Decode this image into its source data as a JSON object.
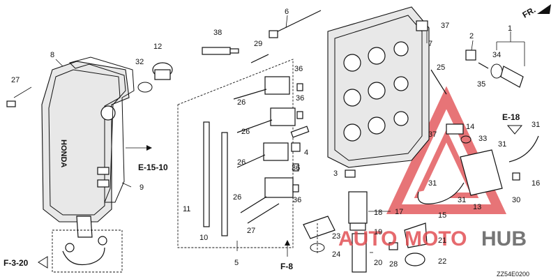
{
  "diagram": {
    "code": "ZZ54E0200",
    "direction_label": "FR.",
    "watermark": {
      "text_part1": "AUTO",
      "text_part2": "MOTO",
      "text_part3": "HUB",
      "accent_color": "#e0464a",
      "dark_color": "#555555"
    },
    "references": [
      {
        "id": "e15",
        "text": "E-15-10"
      },
      {
        "id": "e18",
        "text": "E-18"
      },
      {
        "id": "f320",
        "text": "F-3-20"
      },
      {
        "id": "f8",
        "text": "F-8"
      }
    ],
    "callouts": [
      {
        "id": "c1",
        "text": "1"
      },
      {
        "id": "c2",
        "text": "2"
      },
      {
        "id": "c3",
        "text": "3"
      },
      {
        "id": "c4",
        "text": "4"
      },
      {
        "id": "c5",
        "text": "5"
      },
      {
        "id": "c6",
        "text": "6"
      },
      {
        "id": "c7",
        "text": "7"
      },
      {
        "id": "c8",
        "text": "8"
      },
      {
        "id": "c9",
        "text": "9"
      },
      {
        "id": "c10",
        "text": "10"
      },
      {
        "id": "c11",
        "text": "11"
      },
      {
        "id": "c12",
        "text": "12"
      },
      {
        "id": "c13",
        "text": "13"
      },
      {
        "id": "c14",
        "text": "14"
      },
      {
        "id": "c15",
        "text": "15"
      },
      {
        "id": "c16",
        "text": "16"
      },
      {
        "id": "c17",
        "text": "17"
      },
      {
        "id": "c18",
        "text": "18"
      },
      {
        "id": "c19",
        "text": "19"
      },
      {
        "id": "c20",
        "text": "20"
      },
      {
        "id": "c21",
        "text": "21"
      },
      {
        "id": "c22",
        "text": "22"
      },
      {
        "id": "c23",
        "text": "23"
      },
      {
        "id": "c24",
        "text": "24"
      },
      {
        "id": "c25",
        "text": "25"
      },
      {
        "id": "c26a",
        "text": "26"
      },
      {
        "id": "c26b",
        "text": "26"
      },
      {
        "id": "c26c",
        "text": "26"
      },
      {
        "id": "c26d",
        "text": "26"
      },
      {
        "id": "c27a",
        "text": "27"
      },
      {
        "id": "c27b",
        "text": "27"
      },
      {
        "id": "c28",
        "text": "28"
      },
      {
        "id": "c29",
        "text": "29"
      },
      {
        "id": "c30",
        "text": "30"
      },
      {
        "id": "c31a",
        "text": "31"
      },
      {
        "id": "c31b",
        "text": "31"
      },
      {
        "id": "c31c",
        "text": "31"
      },
      {
        "id": "c31d",
        "text": "31"
      },
      {
        "id": "c32",
        "text": "32"
      },
      {
        "id": "c33",
        "text": "33"
      },
      {
        "id": "c34",
        "text": "34"
      },
      {
        "id": "c35",
        "text": "35"
      },
      {
        "id": "c36a",
        "text": "36"
      },
      {
        "id": "c36b",
        "text": "36"
      },
      {
        "id": "c36c",
        "text": "36"
      },
      {
        "id": "c36d",
        "text": "36"
      },
      {
        "id": "c37a",
        "text": "37"
      },
      {
        "id": "c37b",
        "text": "37"
      },
      {
        "id": "c38",
        "text": "38"
      }
    ]
  }
}
